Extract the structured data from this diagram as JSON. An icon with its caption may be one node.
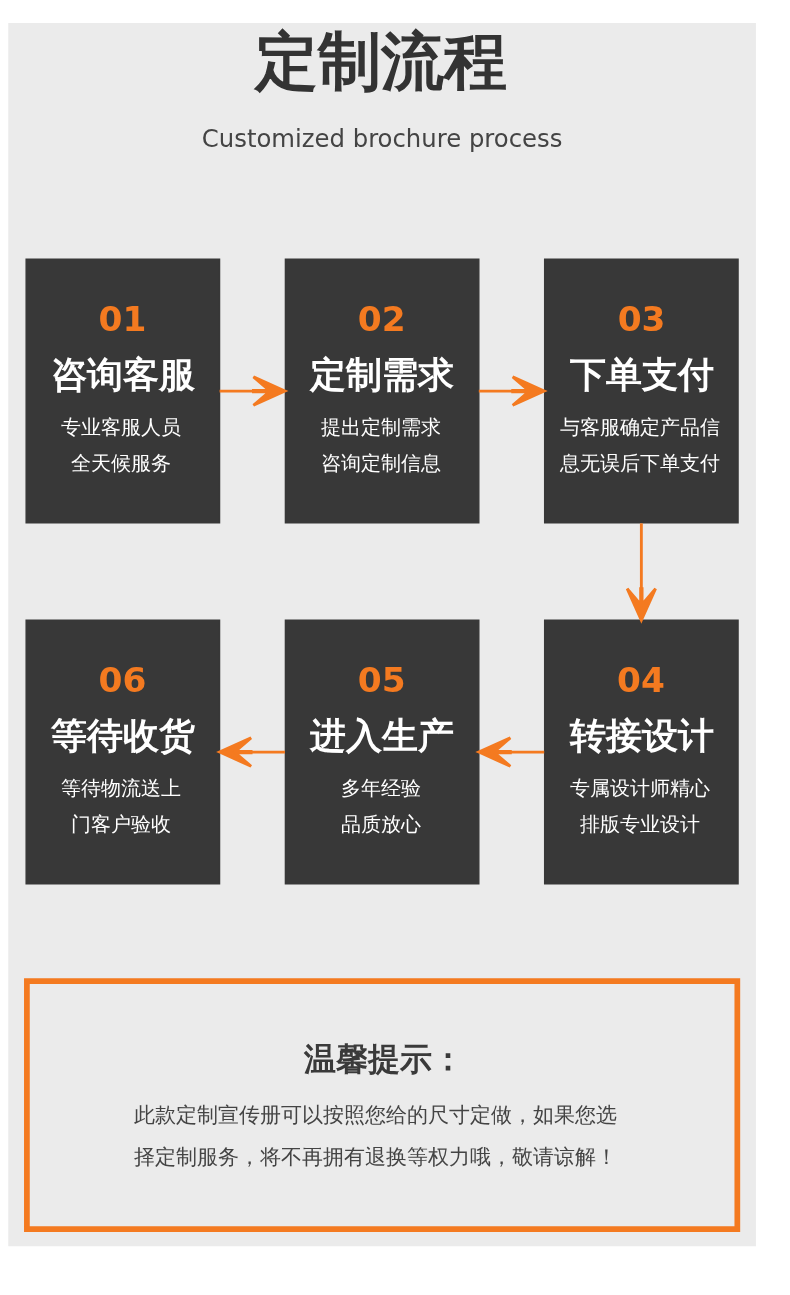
{
  "diagram": {
    "title": "定制流程",
    "nodes": [
      {
        "text": [
          "01",
          "咨询客服",
          "专业客服人员全天候服务"
        ]
      },
      {
        "text": [
          "02",
          "定制需求",
          "提出定制需求咨询定制信息"
        ]
      },
      {
        "text": [
          "03",
          "下单支付",
          "与客服确定产品信息无误后下单支付"
        ]
      },
      {
        "text": [
          "04",
          "转接设计",
          "专属设计师精心排版专业设计"
        ]
      },
      {
        "text": [
          "05",
          "进入生产",
          "多年经验品质放心"
        ]
      },
      {
        "text": [
          "06",
          "等待收货",
          "等待物流送上门客户验收"
        ]
      },
      {
        "text": [
          "温馨提示：",
          "此款定制宣传册可以按照您给的尺寸定做，如果您选择定制服务，将不再拥有退换等权力哦，敬请谅解！"
        ]
      }
    ],
    "edges": [
      {
        "from": 0,
        "to": 1,
        "arrow": "to"
      },
      {
        "from": 1,
        "to": 2,
        "arrow": "to"
      },
      {
        "from": 2,
        "to": 3,
        "arrow": "to"
      },
      {
        "from": 3,
        "to": 4,
        "arrow": "to"
      },
      {
        "from": 4,
        "to": 5,
        "arrow": "to"
      }
    ],
    "labels": [
      "Customized brochure process"
    ]
  }
}
